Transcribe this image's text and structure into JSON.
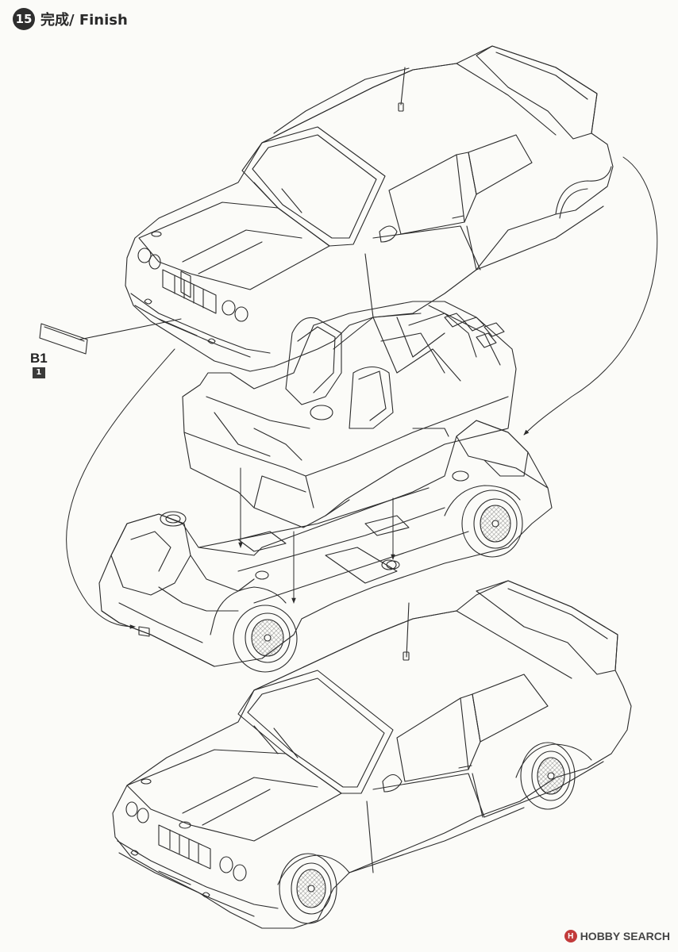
{
  "header": {
    "step_number": "15",
    "title": "完成/ Finish"
  },
  "part_callout": {
    "code": "B1",
    "quantity": "1"
  },
  "watermark": {
    "logo_glyph": "H",
    "text": "HOBBY SEARCH"
  },
  "colors": {
    "line": "#2b2b2b",
    "background": "#fbfbf8",
    "badge": "#2e2e2e"
  }
}
